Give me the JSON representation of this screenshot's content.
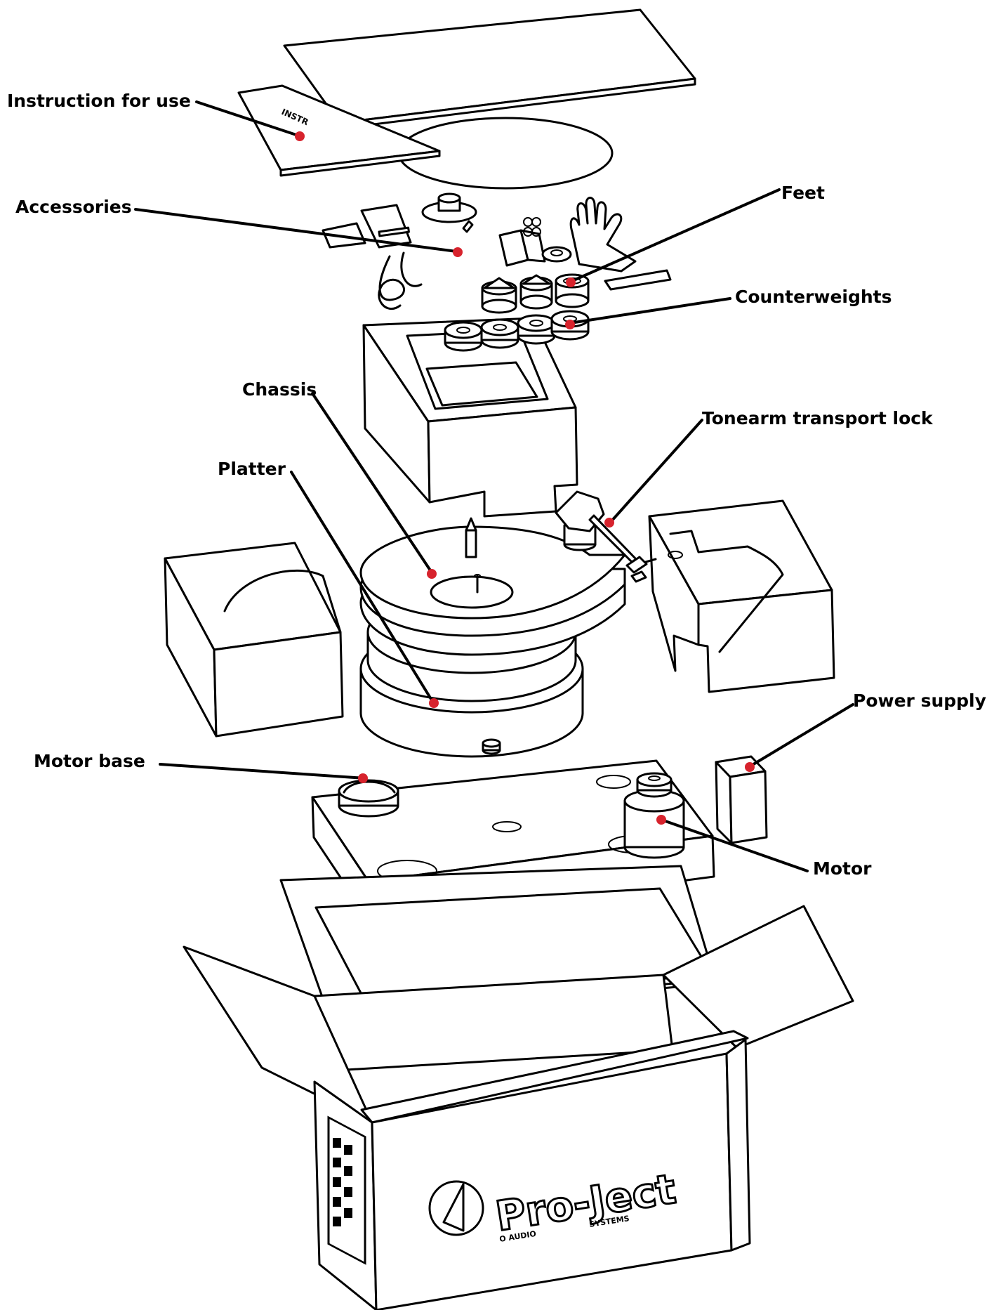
{
  "diagram": {
    "labels": {
      "instruction": "Instruction for use",
      "accessories": "Accessories",
      "feet": "Feet",
      "counterweights": "Counterweights",
      "chassis": "Chassis",
      "tonearm_lock": "Tonearm transport lock",
      "platter": "Platter",
      "power_supply": "Power supply",
      "motor_base": "Motor base",
      "motor": "Motor"
    },
    "box": {
      "brand": "Pro-Ject",
      "brand_sub_left": "O AUDIO",
      "brand_sub_right": "SYSTEMS"
    }
  },
  "colors": {
    "line": "#000000",
    "marker": "#d7232d",
    "background": "#ffffff"
  }
}
